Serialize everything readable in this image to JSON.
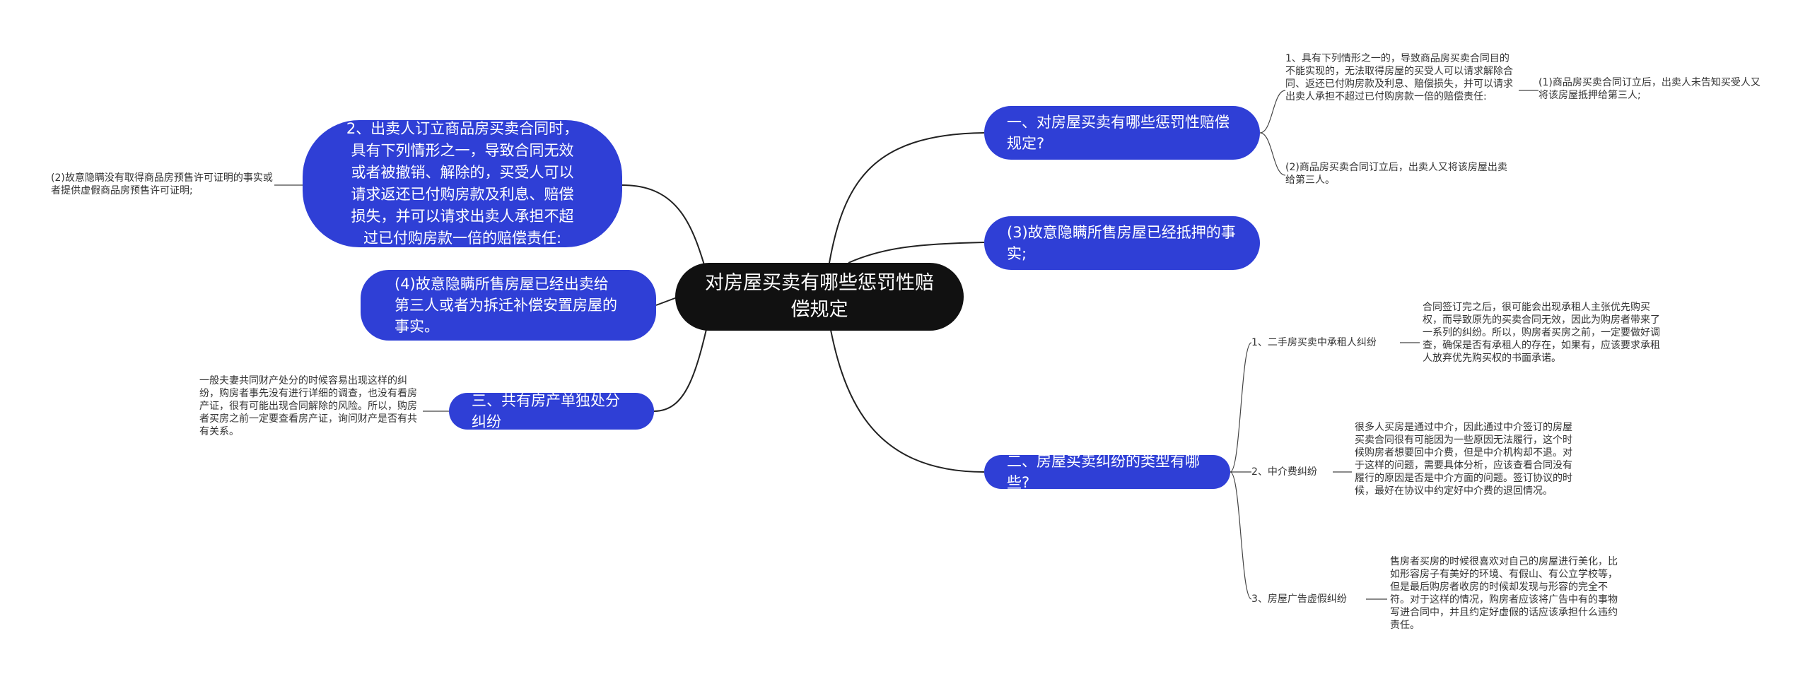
{
  "center": {
    "title": "对房屋买卖有哪些惩罚性赔偿规定"
  },
  "branches": {
    "b1": {
      "label": "一、对房屋买卖有哪些惩罚性赔偿规定?",
      "sub1": "1、具有下列情形之一的，导致商品房买卖合同目的不能实现的，无法取得房屋的买受人可以请求解除合同、返还已付购房款及利息、赔偿损失，并可以请求出卖人承担不超过已付购房款一倍的赔偿责任:",
      "sub1_child": "(1)商品房买卖合同订立后，出卖人未告知买受人又将该房屋抵押给第三人;",
      "sub2": "(2)商品房买卖合同订立后，出卖人又将该房屋出卖给第三人。"
    },
    "b2": {
      "label": "(3)故意隐瞒所售房屋已经抵押的事实;"
    },
    "b3": {
      "label": "二、房屋买卖纠纷的类型有哪些?",
      "items": [
        {
          "label": "1、二手房买卖中承租人纠纷",
          "text": "合同签订完之后，很可能会出现承租人主张优先购买权，而导致原先的买卖合同无效，因此为购房者带来了一系列的纠纷。所以，购房者买房之前，一定要做好调查，确保是否有承租人的存在，如果有，应该要求承租人放弃优先购买权的书面承诺。"
        },
        {
          "label": "2、中介费纠纷",
          "text": "很多人买房是通过中介，因此通过中介签订的房屋买卖合同很有可能因为一些原因无法履行，这个时候购房者想要回中介费，但是中介机构却不退。对于这样的问题，需要具体分析，应该查看合同没有履行的原因是否是中介方面的问题。签订协议的时候，最好在协议中约定好中介费的退回情况。"
        },
        {
          "label": "3、房屋广告虚假纠纷",
          "text": "售房者买房的时候很喜欢对自己的房屋进行美化，比如形容房子有美好的环境、有假山、有公立学校等，但是最后购房者收房的时候却发现与形容的完全不符。对于这样的情况，购房者应该将广告中有的事物写进合同中，并且约定好虚假的话应该承担什么违约责任。"
        }
      ]
    },
    "b4": {
      "label": "2、出卖人订立商品房买卖合同时，具有下列情形之一，导致合同无效或者被撤销、解除的，买受人可以请求返还已付购房款及利息、赔偿损失，并可以请求出卖人承担不超过已付购房款一倍的赔偿责任:",
      "child": "(2)故意隐瞒没有取得商品房预售许可证明的事实或者提供虚假商品房预售许可证明;"
    },
    "b5": {
      "label": "(4)故意隐瞒所售房屋已经出卖给第三人或者为拆迁补偿安置房屋的事实。"
    },
    "b6": {
      "label": "三、共有房产单独处分纠纷",
      "child": "一般夫妻共同财产处分的时候容易出现这样的纠纷，购房者事先没有进行详细的调查，也没有看房产证，很有可能出现合同解除的风险。所以，购房者买房之前一定要查看房产证，询问财产是否有共有关系。"
    },
    "colors": {
      "center": "#111111",
      "node": "#2f3fd6",
      "line": "#222222"
    }
  }
}
